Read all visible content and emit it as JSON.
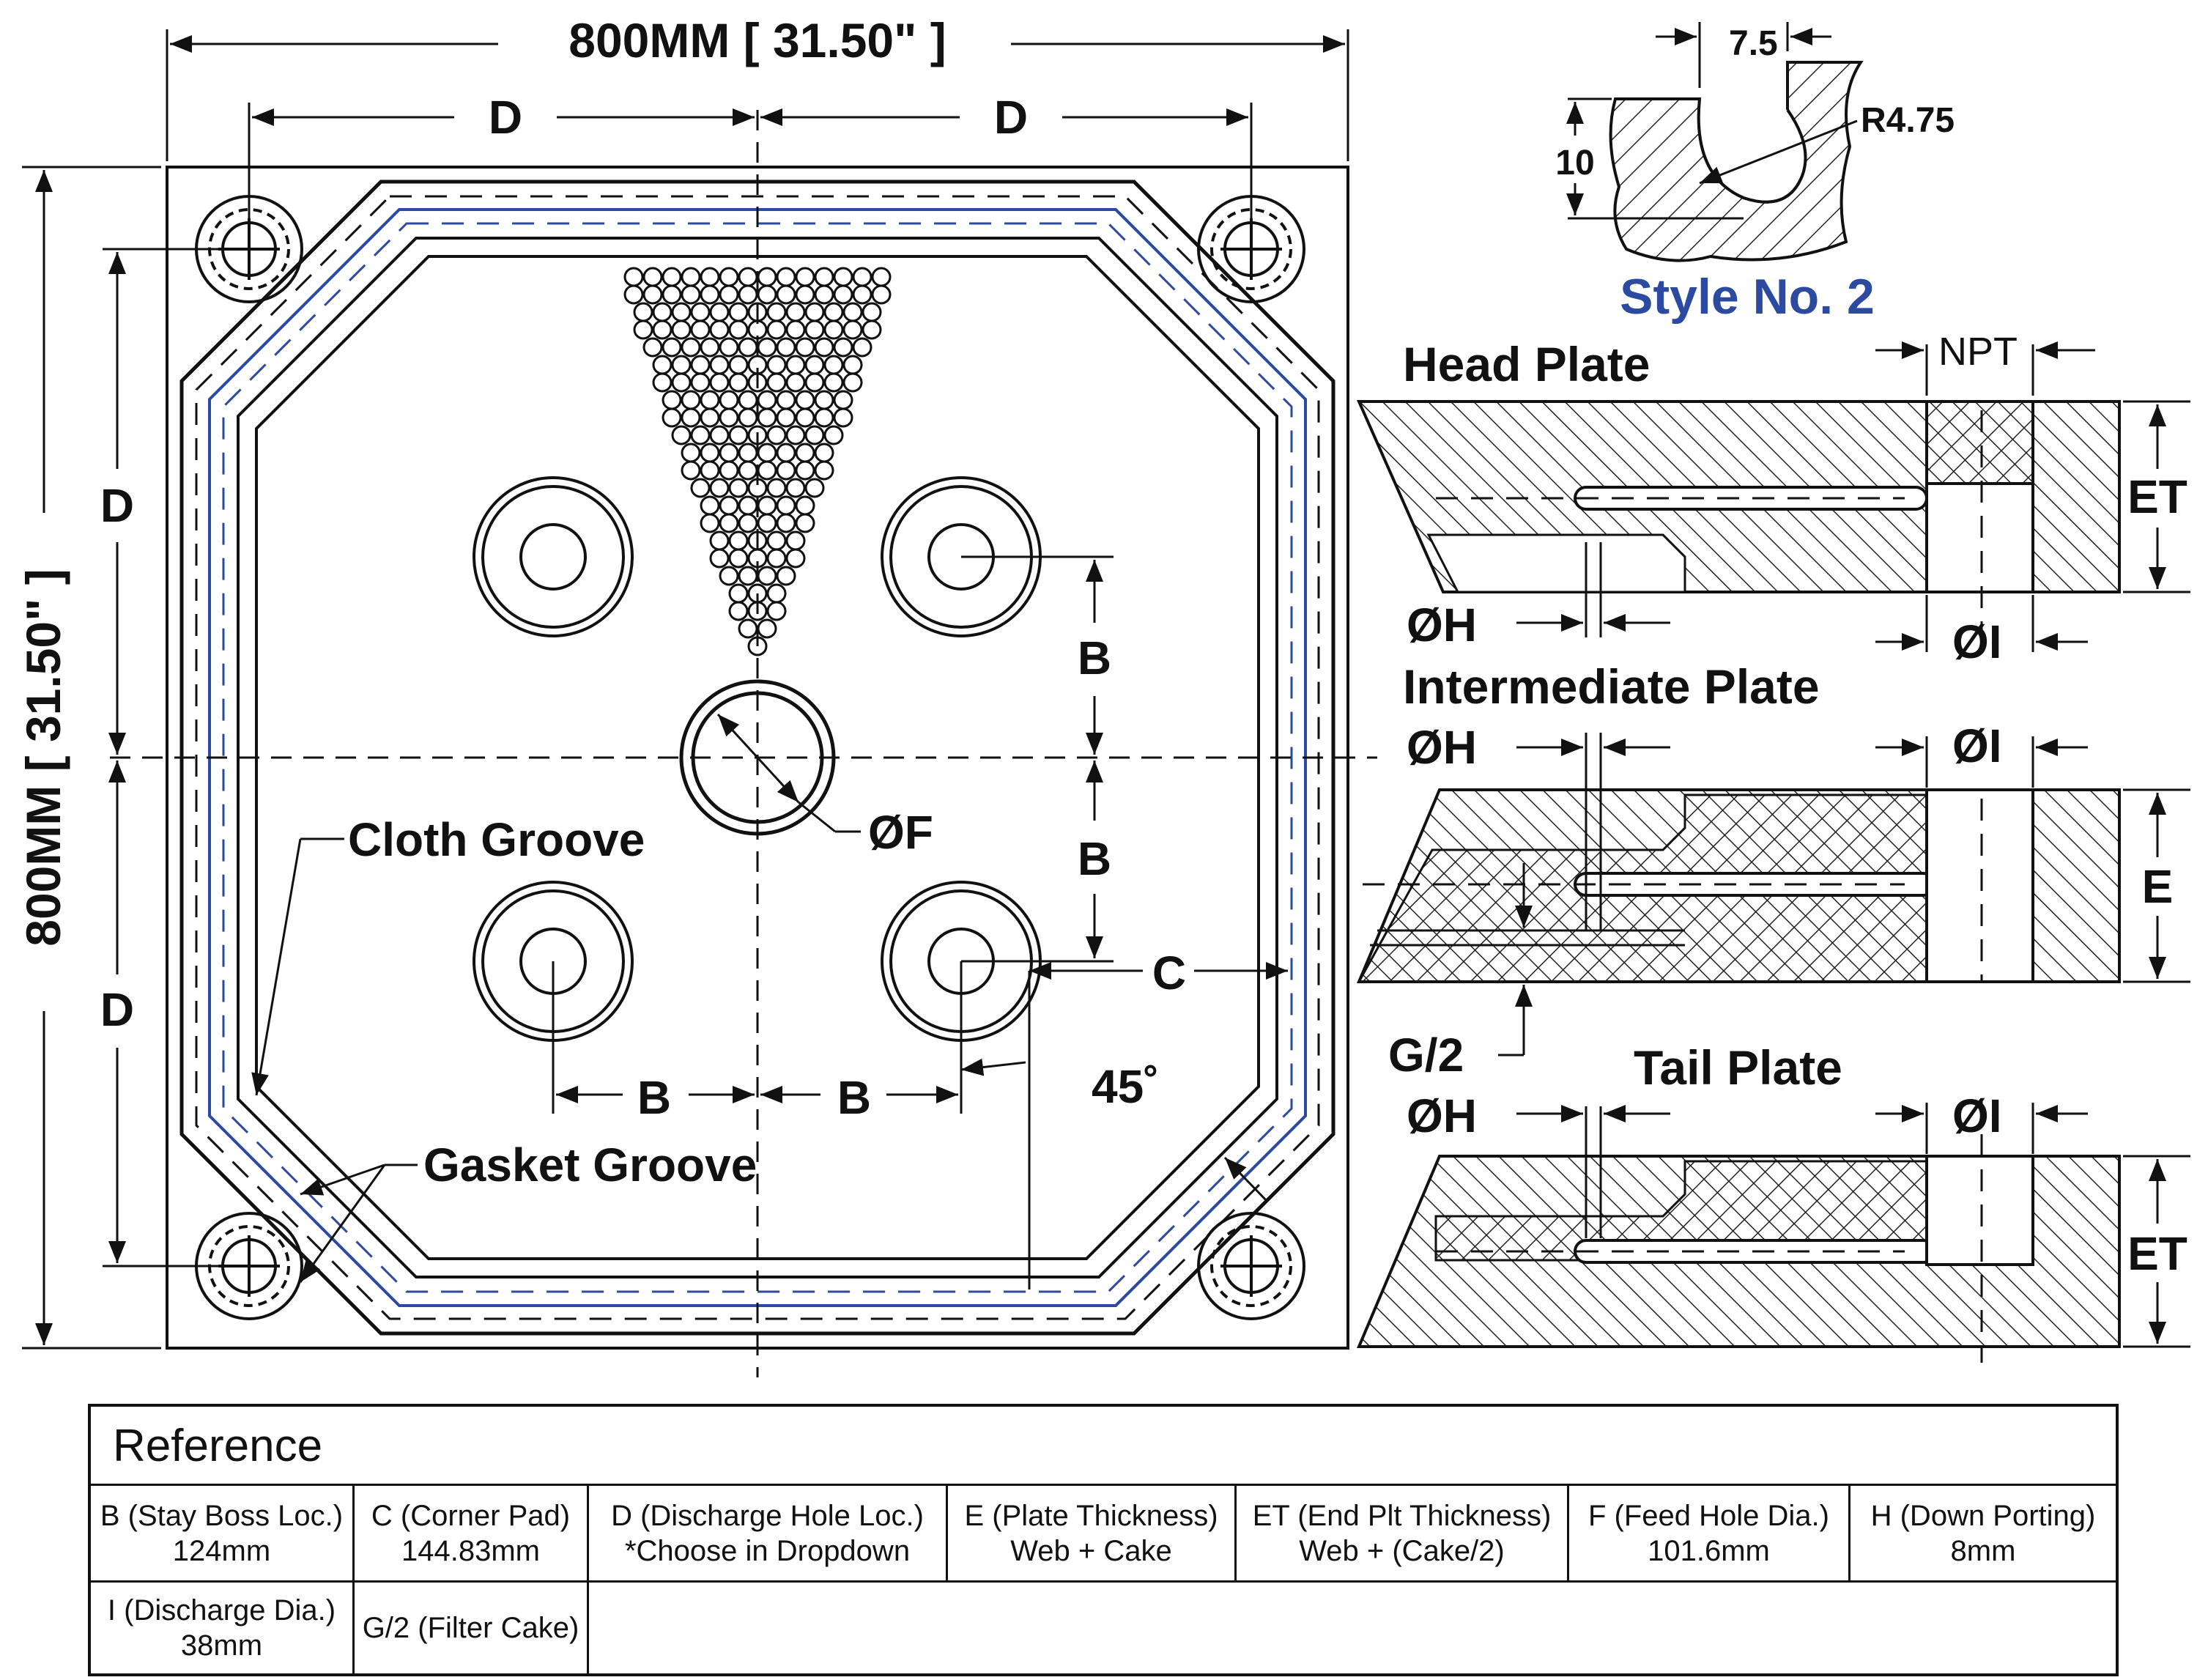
{
  "dimensions": {
    "overall_width": "800MM [ 31.50\" ]",
    "overall_height": "800MM [ 31.50\" ]",
    "D": "D",
    "B": "B",
    "C": "C",
    "F": "ØF",
    "angle": "45˚"
  },
  "callouts": {
    "cloth_groove": "Cloth Groove",
    "gasket_groove": "Gasket Groove"
  },
  "style_detail": {
    "title": "Style No. 2",
    "width": "7.5",
    "height": "10",
    "radius": "R4.75"
  },
  "sections": {
    "head_plate": {
      "title": "Head Plate",
      "npt": "NPT",
      "thickness": "ET",
      "h": "ØH",
      "i": "ØI"
    },
    "intermediate_plate": {
      "title": "Intermediate Plate",
      "h": "ØH",
      "i": "ØI",
      "thickness": "E",
      "g": "G/2"
    },
    "tail_plate": {
      "title": "Tail Plate",
      "h": "ØH",
      "i": "ØI",
      "thickness": "ET"
    }
  },
  "reference": {
    "title": "Reference",
    "row1": [
      {
        "name": "B (Stay Boss Loc.)",
        "value": "124mm"
      },
      {
        "name": "C (Corner Pad)",
        "value": "144.83mm"
      },
      {
        "name": "D (Discharge Hole Loc.)",
        "value": "*Choose in Dropdown"
      },
      {
        "name": "E (Plate Thickness)",
        "value": "Web + Cake"
      },
      {
        "name": "ET (End Plt Thickness)",
        "value": "Web + (Cake/2)"
      },
      {
        "name": "F (Feed Hole Dia.)",
        "value": "101.6mm"
      },
      {
        "name": "H (Down Porting)",
        "value": "8mm"
      }
    ],
    "row2": [
      {
        "name": "I (Discharge Dia.)",
        "value": "38mm"
      },
      {
        "name": "G/2 (Filter Cake)",
        "value": ""
      },
      {
        "name": "",
        "value": ""
      }
    ]
  }
}
